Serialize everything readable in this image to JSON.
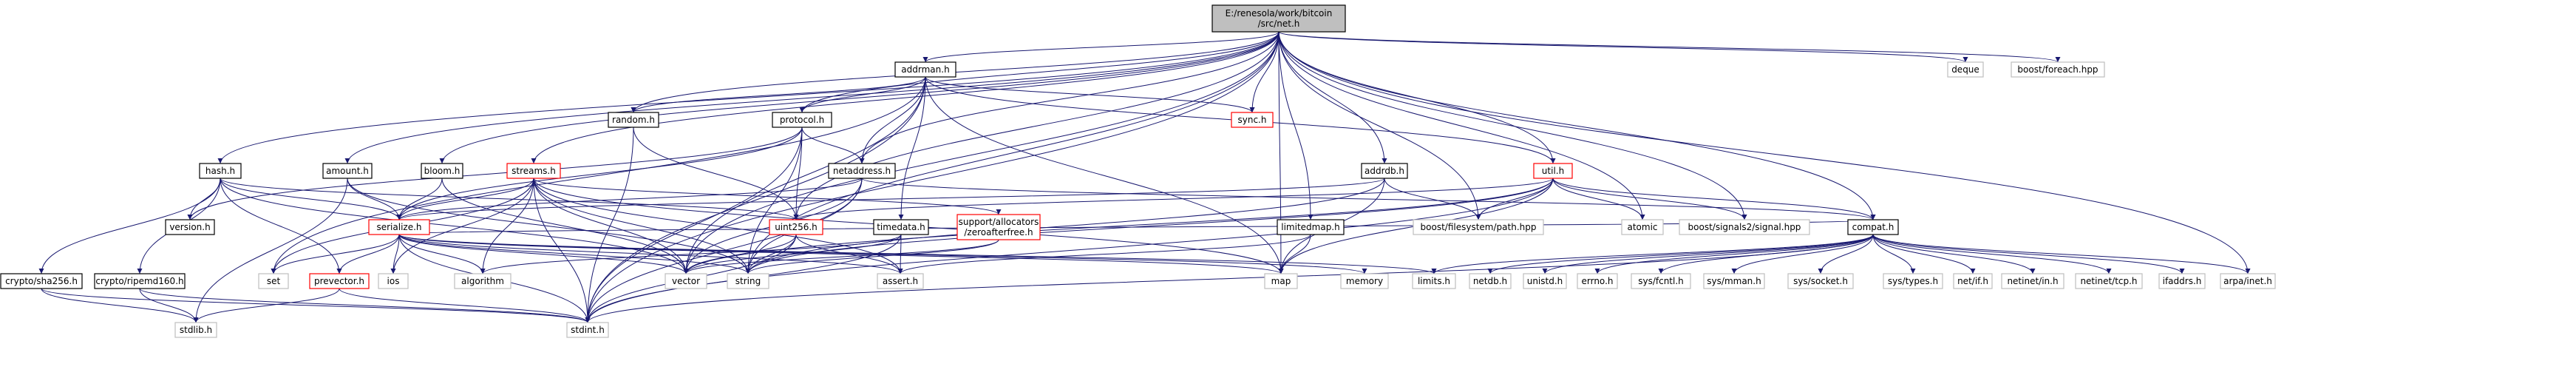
{
  "graph": {
    "colors": {
      "edge": "#191970",
      "root_fill": "#bfbfbf",
      "node_border": "#000000",
      "error_border": "#ff0000",
      "system_border": "#bfbfbf"
    },
    "root": {
      "line1": "E:/renesola/work/bitcoin",
      "line2": "/src/net.h"
    },
    "nodes": {
      "deque": "deque",
      "boost_foreach": "boost/foreach.hpp",
      "addrman": "addrman.h",
      "random": "random.h",
      "sync": "sync.h",
      "protocol": "protocol.h",
      "netaddress": "netaddress.h",
      "util": "util.h",
      "hash": "hash.h",
      "amount": "amount.h",
      "bloom": "bloom.h",
      "streams": "streams.h",
      "addrdb": "addrdb.h",
      "version": "version.h",
      "serialize": "serialize.h",
      "uint256": "uint256.h",
      "support_alloc_1": "support/allocators",
      "support_alloc_2": "/zeroafterfree.h",
      "timedata": "timedata.h",
      "limitedmap": "limitedmap.h",
      "boost_fs_path": "boost/filesystem/path.hpp",
      "atomic": "atomic",
      "boost_signals2": "boost/signals2/signal.hpp",
      "compat": "compat.h",
      "set": "set",
      "ios": "ios",
      "prevector": "prevector.h",
      "algorithm": "algorithm",
      "vector": "vector",
      "string": "string",
      "assert": "assert.h",
      "map": "map",
      "memory": "memory",
      "limits": "limits.h",
      "netdb": "netdb.h",
      "unistd": "unistd.h",
      "errno": "errno.h",
      "sys_fcntl": "sys/fcntl.h",
      "sys_mman": "sys/mman.h",
      "sys_socket": "sys/socket.h",
      "sys_types": "sys/types.h",
      "net_if": "net/if.h",
      "netinet_in": "netinet/in.h",
      "netinet_tcp": "netinet/tcp.h",
      "ifaddrs": "ifaddrs.h",
      "arpa_inet": "arpa/inet.h",
      "crypto_sha256": "crypto/sha256.h",
      "crypto_ripemd160": "crypto/ripemd160.h",
      "stdlib": "stdlib.h",
      "stdint": "stdint.h"
    },
    "edges": [
      [
        "root",
        "deque"
      ],
      [
        "root",
        "boost_foreach"
      ],
      [
        "root",
        "addrman"
      ],
      [
        "root",
        "random"
      ],
      [
        "root",
        "sync"
      ],
      [
        "root",
        "protocol"
      ],
      [
        "root",
        "netaddress"
      ],
      [
        "root",
        "util"
      ],
      [
        "root",
        "hash"
      ],
      [
        "root",
        "amount"
      ],
      [
        "root",
        "bloom"
      ],
      [
        "root",
        "streams"
      ],
      [
        "root",
        "addrdb"
      ],
      [
        "root",
        "limitedmap"
      ],
      [
        "root",
        "compat"
      ],
      [
        "root",
        "atomic"
      ],
      [
        "root",
        "boost_signals2"
      ],
      [
        "root",
        "boost_fs_path"
      ],
      [
        "root",
        "uint256"
      ],
      [
        "root",
        "stdint"
      ],
      [
        "root",
        "arpa_inet"
      ],
      [
        "root",
        "map"
      ],
      [
        "root",
        "vector"
      ],
      [
        "root",
        "string"
      ],
      [
        "addrman",
        "random"
      ],
      [
        "addrman",
        "sync"
      ],
      [
        "addrman",
        "protocol"
      ],
      [
        "addrman",
        "netaddress"
      ],
      [
        "addrman",
        "util"
      ],
      [
        "addrman",
        "timedata"
      ],
      [
        "addrman",
        "vector"
      ],
      [
        "addrman",
        "map"
      ],
      [
        "addrman",
        "set"
      ],
      [
        "addrman",
        "stdint"
      ],
      [
        "random",
        "uint256"
      ],
      [
        "random",
        "stdint"
      ],
      [
        "protocol",
        "netaddress"
      ],
      [
        "protocol",
        "serialize"
      ],
      [
        "protocol",
        "uint256"
      ],
      [
        "protocol",
        "version"
      ],
      [
        "protocol",
        "stdint"
      ],
      [
        "protocol",
        "string"
      ],
      [
        "netaddress",
        "serialize"
      ],
      [
        "netaddress",
        "compat"
      ],
      [
        "netaddress",
        "string"
      ],
      [
        "netaddress",
        "vector"
      ],
      [
        "netaddress",
        "stdint"
      ],
      [
        "util",
        "compat"
      ],
      [
        "util",
        "atomic"
      ],
      [
        "util",
        "boost_fs_path"
      ],
      [
        "util",
        "boost_signals2"
      ],
      [
        "util",
        "map"
      ],
      [
        "util",
        "vector"
      ],
      [
        "util",
        "string"
      ],
      [
        "util",
        "stdint"
      ],
      [
        "util",
        "uint256"
      ],
      [
        "hash",
        "serialize"
      ],
      [
        "hash",
        "uint256"
      ],
      [
        "hash",
        "version"
      ],
      [
        "hash",
        "prevector"
      ],
      [
        "hash",
        "crypto_sha256"
      ],
      [
        "hash",
        "crypto_ripemd160"
      ],
      [
        "hash",
        "vector"
      ],
      [
        "amount",
        "serialize"
      ],
      [
        "amount",
        "string"
      ],
      [
        "amount",
        "stdlib"
      ],
      [
        "bloom",
        "serialize"
      ],
      [
        "bloom",
        "vector"
      ],
      [
        "streams",
        "serialize"
      ],
      [
        "streams",
        "support_alloc_1"
      ],
      [
        "streams",
        "algorithm"
      ],
      [
        "streams",
        "assert"
      ],
      [
        "streams",
        "ios"
      ],
      [
        "streams",
        "map"
      ],
      [
        "streams",
        "set"
      ],
      [
        "streams",
        "stdint"
      ],
      [
        "streams",
        "string"
      ],
      [
        "streams",
        "vector"
      ],
      [
        "addrdb",
        "serialize"
      ],
      [
        "addrdb",
        "boost_fs_path"
      ],
      [
        "addrdb",
        "map"
      ],
      [
        "addrdb",
        "string"
      ],
      [
        "serialize",
        "compat"
      ],
      [
        "serialize",
        "prevector"
      ],
      [
        "serialize",
        "algorithm"
      ],
      [
        "serialize",
        "assert"
      ],
      [
        "serialize",
        "ios"
      ],
      [
        "serialize",
        "limits"
      ],
      [
        "serialize",
        "map"
      ],
      [
        "serialize",
        "memory"
      ],
      [
        "serialize",
        "set"
      ],
      [
        "serialize",
        "stdint"
      ],
      [
        "serialize",
        "string"
      ],
      [
        "serialize",
        "vector"
      ],
      [
        "uint256",
        "assert"
      ],
      [
        "uint256",
        "stdint"
      ],
      [
        "uint256",
        "string"
      ],
      [
        "uint256",
        "vector"
      ],
      [
        "support_alloc_1",
        "string"
      ],
      [
        "support_alloc_1",
        "vector"
      ],
      [
        "timedata",
        "algorithm"
      ],
      [
        "timedata",
        "assert"
      ],
      [
        "timedata",
        "stdint"
      ],
      [
        "timedata",
        "vector"
      ],
      [
        "limitedmap",
        "assert"
      ],
      [
        "limitedmap",
        "map"
      ],
      [
        "compat",
        "stdint"
      ],
      [
        "compat",
        "limits"
      ],
      [
        "compat",
        "netdb"
      ],
      [
        "compat",
        "unistd"
      ],
      [
        "compat",
        "errno"
      ],
      [
        "compat",
        "sys_fcntl"
      ],
      [
        "compat",
        "sys_mman"
      ],
      [
        "compat",
        "sys_socket"
      ],
      [
        "compat",
        "sys_types"
      ],
      [
        "compat",
        "net_if"
      ],
      [
        "compat",
        "netinet_in"
      ],
      [
        "compat",
        "netinet_tcp"
      ],
      [
        "compat",
        "ifaddrs"
      ],
      [
        "compat",
        "arpa_inet"
      ],
      [
        "prevector",
        "stdint"
      ],
      [
        "prevector",
        "stdlib"
      ],
      [
        "crypto_sha256",
        "stdlib"
      ],
      [
        "crypto_sha256",
        "stdint"
      ],
      [
        "crypto_ripemd160",
        "stdlib"
      ],
      [
        "crypto_ripemd160",
        "stdint"
      ]
    ]
  }
}
